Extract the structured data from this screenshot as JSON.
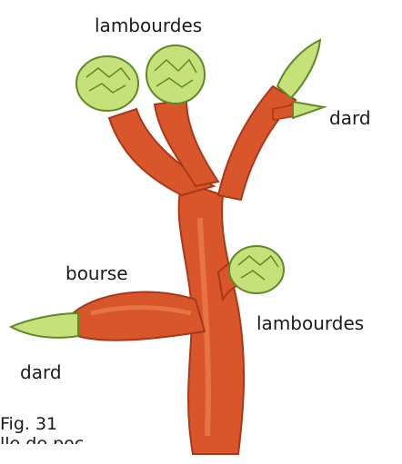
{
  "labels": {
    "lambourdes_top": "lambourdes",
    "dard_right": "dard",
    "bourse": "bourse",
    "lambourdes_right": "lambourdes",
    "dard_left": "dard"
  },
  "caption": {
    "fig": "Fig. 31",
    "partial_line": "lle de poc"
  },
  "colors": {
    "wood": "#d9552a",
    "wood_dark": "#a8381a",
    "wood_light": "#f08a55",
    "bud": "#c6e07a",
    "bud_dark": "#5f8a25"
  }
}
